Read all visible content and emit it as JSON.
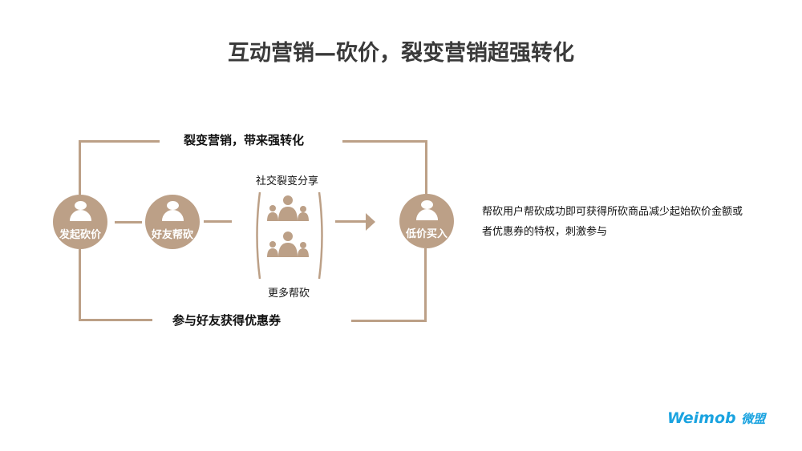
{
  "title": "互动营销—砍价，裂变营销超强转化",
  "top_label": "裂变营销，带来强转化",
  "bottom_label": "参与好友获得优惠券",
  "steps": [
    "发起砍价",
    "好友帮砍",
    "低价买入"
  ],
  "share_label": "社交裂变分享",
  "more_label": "更多帮砍",
  "description": "帮砍用户帮砍成功即可获得所砍商品减少起始砍价金额或者优惠券的特权，刺激参与",
  "logo": {
    "text": "Weimob",
    "cn": "微盟"
  },
  "colors": {
    "accent": "#bca087",
    "logo": "#1aa3e0"
  }
}
